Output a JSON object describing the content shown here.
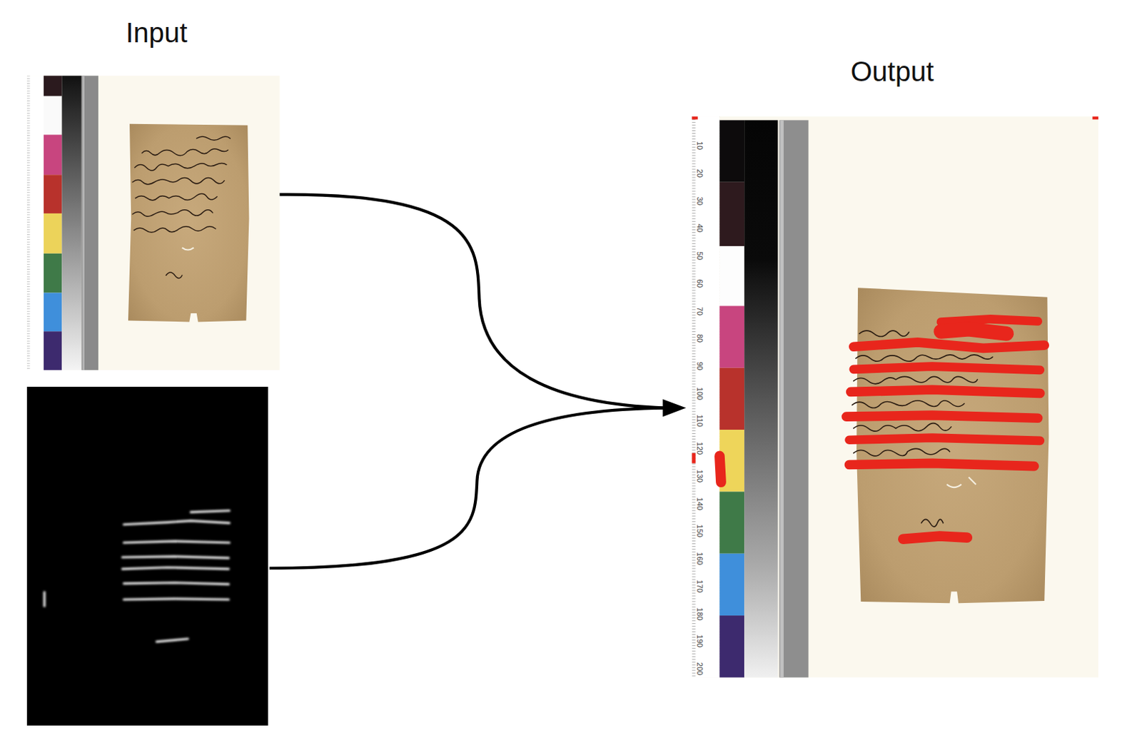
{
  "diagram": {
    "labels": [
      "Input",
      "Output",
      "10",
      "20",
      "30",
      "40",
      "50",
      "60",
      "70",
      "80",
      "90",
      "100",
      "110",
      "120",
      "130",
      "140",
      "150",
      "160",
      "170",
      "180",
      "190",
      "200"
    ]
  }
}
